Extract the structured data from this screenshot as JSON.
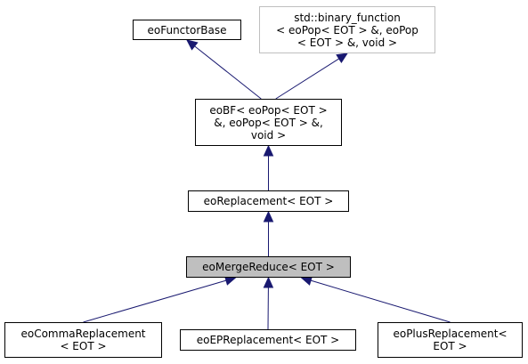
{
  "diagram": {
    "colors": {
      "edge": "#191970",
      "node_border": "#000000",
      "external_border": "#bfbfbf",
      "highlight_fill": "#bfbfbf",
      "node_fill": "#ffffff"
    },
    "nodes": [
      {
        "id": "eoFunctorBase",
        "lines": [
          "eoFunctorBase"
        ]
      },
      {
        "id": "std_binary_function",
        "lines": [
          "std::binary_function",
          "< eoPop< EOT > &, eoPop",
          "< EOT > &, void >"
        ]
      },
      {
        "id": "eoBF",
        "lines": [
          "eoBF< eoPop< EOT >",
          "&, eoPop< EOT > &,",
          "void >"
        ]
      },
      {
        "id": "eoReplacement",
        "lines": [
          "eoReplacement< EOT >"
        ]
      },
      {
        "id": "eoMergeReduce",
        "lines": [
          "eoMergeReduce< EOT >"
        ]
      },
      {
        "id": "eoCommaReplacement",
        "lines": [
          "eoCommaReplacement",
          "< EOT >"
        ]
      },
      {
        "id": "eoEPReplacement",
        "lines": [
          "eoEPReplacement< EOT >"
        ]
      },
      {
        "id": "eoPlusReplacement",
        "lines": [
          "eoPlusReplacement<",
          "EOT >"
        ]
      }
    ],
    "edges": [
      {
        "from": "eoBF",
        "to": "eoFunctorBase"
      },
      {
        "from": "eoBF",
        "to": "std_binary_function"
      },
      {
        "from": "eoReplacement",
        "to": "eoBF"
      },
      {
        "from": "eoMergeReduce",
        "to": "eoReplacement"
      },
      {
        "from": "eoCommaReplacement",
        "to": "eoMergeReduce"
      },
      {
        "from": "eoEPReplacement",
        "to": "eoMergeReduce"
      },
      {
        "from": "eoPlusReplacement",
        "to": "eoMergeReduce"
      }
    ]
  }
}
